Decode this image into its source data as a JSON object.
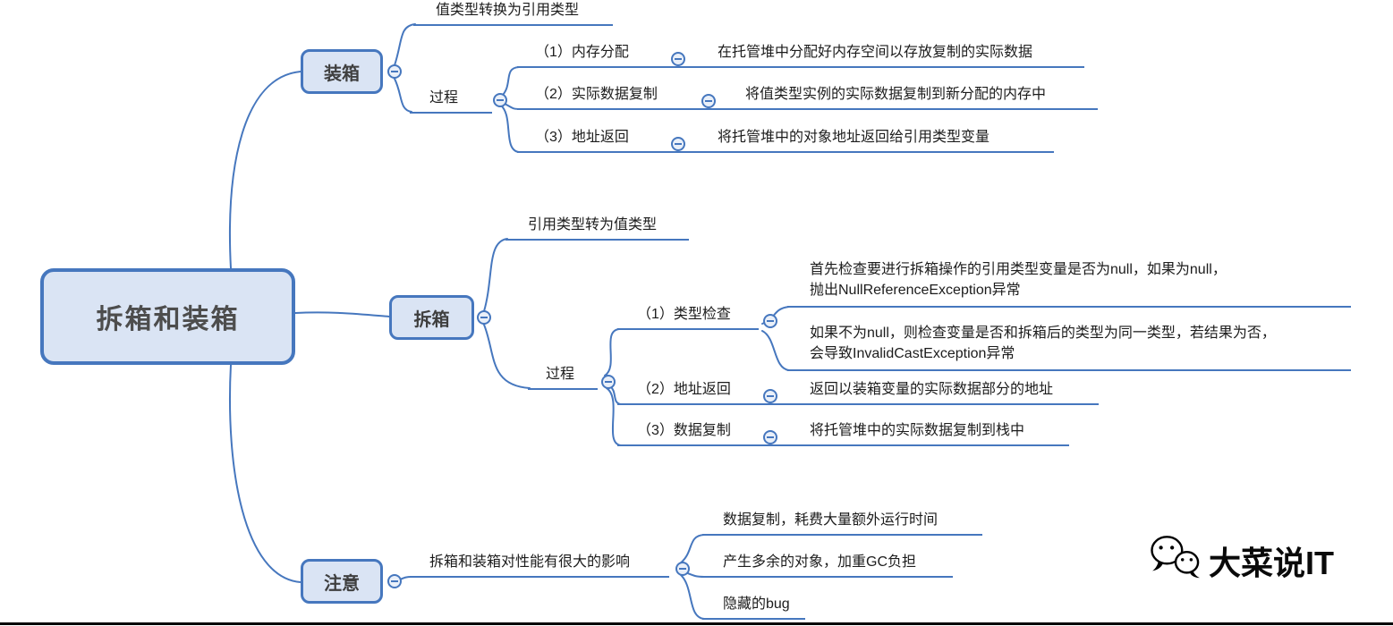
{
  "root": {
    "label": "拆箱和装箱"
  },
  "boxing": {
    "label": "装箱",
    "definition": "值类型转换为引用类型",
    "process_label": "过程",
    "steps": [
      {
        "label": "（1）内存分配",
        "detail": "在托管堆中分配好内存空间以存放复制的实际数据"
      },
      {
        "label": "（2）实际数据复制",
        "detail": "将值类型实例的实际数据复制到新分配的内存中"
      },
      {
        "label": "（3）地址返回",
        "detail": "将托管堆中的对象地址返回给引用类型变量"
      }
    ]
  },
  "unboxing": {
    "label": "拆箱",
    "definition": "引用类型转为值类型",
    "process_label": "过程",
    "steps": [
      {
        "label": "（1）类型检查"
      },
      {
        "label": "（2）地址返回",
        "detail": "返回以装箱变量的实际数据部分的地址"
      },
      {
        "label": "（3）数据复制",
        "detail": "将托管堆中的实际数据复制到栈中"
      }
    ],
    "type_check_notes": [
      {
        "line1": "首先检查要进行拆箱操作的引用类型变量是否为null，如果为null，",
        "line2": "抛出NullReferenceException异常"
      },
      {
        "line1": "如果不为null，则检查变量是否和拆箱后的类型为同一类型，若结果为否，",
        "line2": "会导致InvalidCastException异常"
      }
    ]
  },
  "notes": {
    "label": "注意",
    "summary": "拆箱和装箱对性能有很大的影响",
    "items": [
      "数据复制，耗费大量额外运行时间",
      "产生多余的对象，加重GC负担",
      "隐藏的bug"
    ]
  },
  "watermark": {
    "text": "大菜说IT"
  },
  "icons": {
    "collapse": "minus-circle",
    "watermark_logo": "chat-bubble-faces"
  },
  "colors": {
    "branch_line": "#4677BE",
    "node_fill": "#DAE4F4",
    "node_border": "#4677BE"
  }
}
